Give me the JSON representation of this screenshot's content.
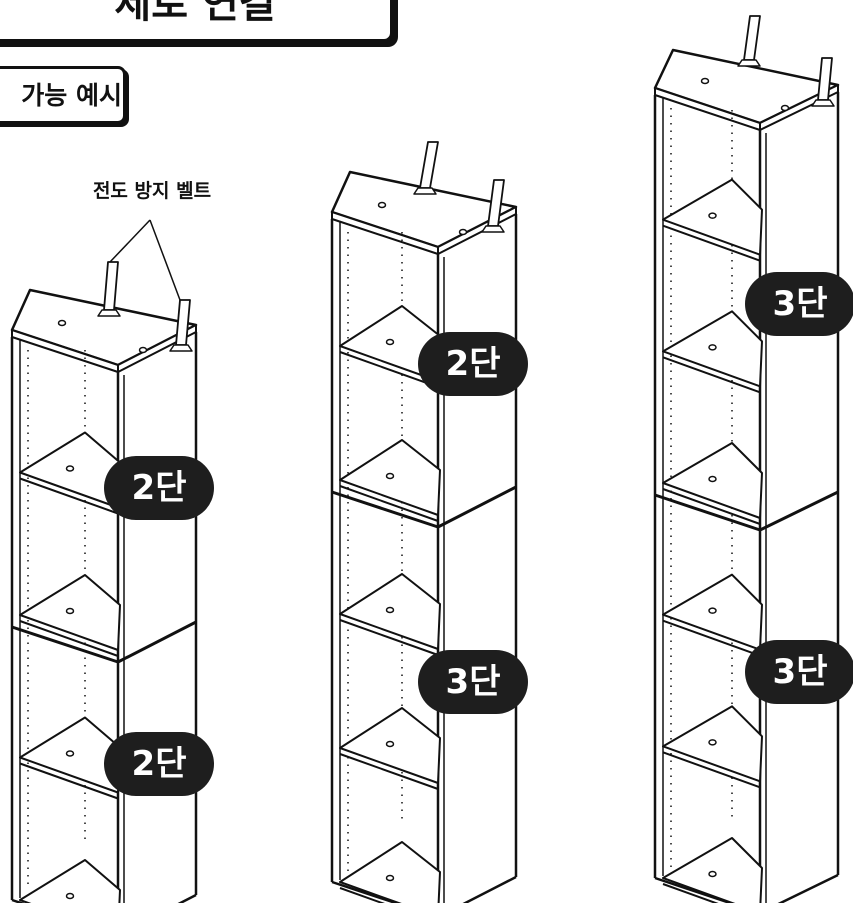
{
  "title": "세로 연결",
  "subtitle": "가능 예시",
  "belt_label": "전도 방지 벨트",
  "shelves": [
    {
      "badges": [
        "2단",
        "2단"
      ]
    },
    {
      "badges": [
        "2단",
        "3단"
      ]
    },
    {
      "badges": [
        "3단",
        "3단"
      ]
    }
  ],
  "colors": {
    "line": "#111111",
    "badge_bg": "#1e1e1e",
    "badge_text": "#ffffff"
  }
}
